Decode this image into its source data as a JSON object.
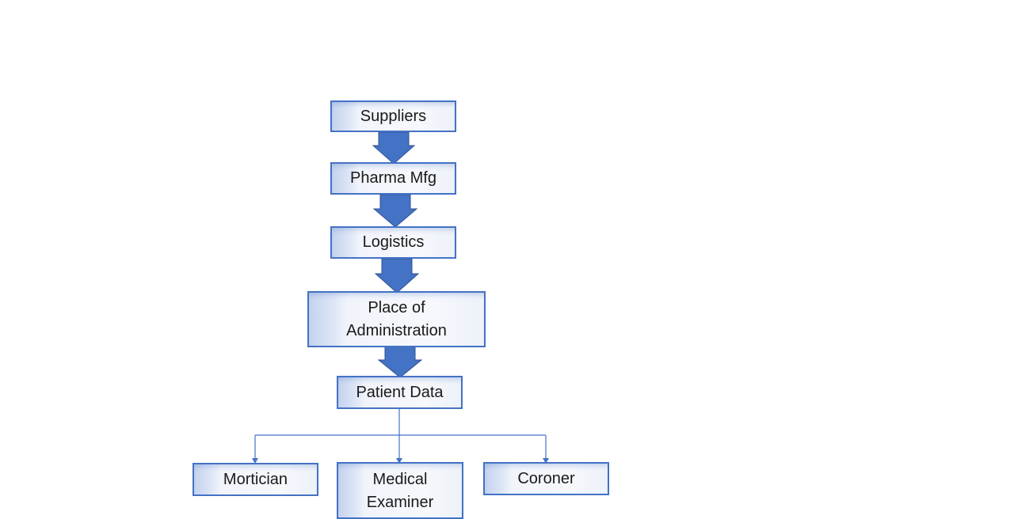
{
  "nodes": {
    "suppliers": "Suppliers",
    "pharma_mfg": "Pharma Mfg",
    "logistics": "Logistics",
    "place_of_administration_line1": "Place of",
    "place_of_administration_line2": "Administration",
    "patient_data": "Patient Data",
    "mortician": "Mortician",
    "medical_examiner_line1": "Medical",
    "medical_examiner_line2": "Examiner",
    "coroner": "Coroner"
  },
  "colors": {
    "node_border": "#4472c4",
    "arrow_fill": "#4472c4",
    "connector": "#4472c4"
  }
}
